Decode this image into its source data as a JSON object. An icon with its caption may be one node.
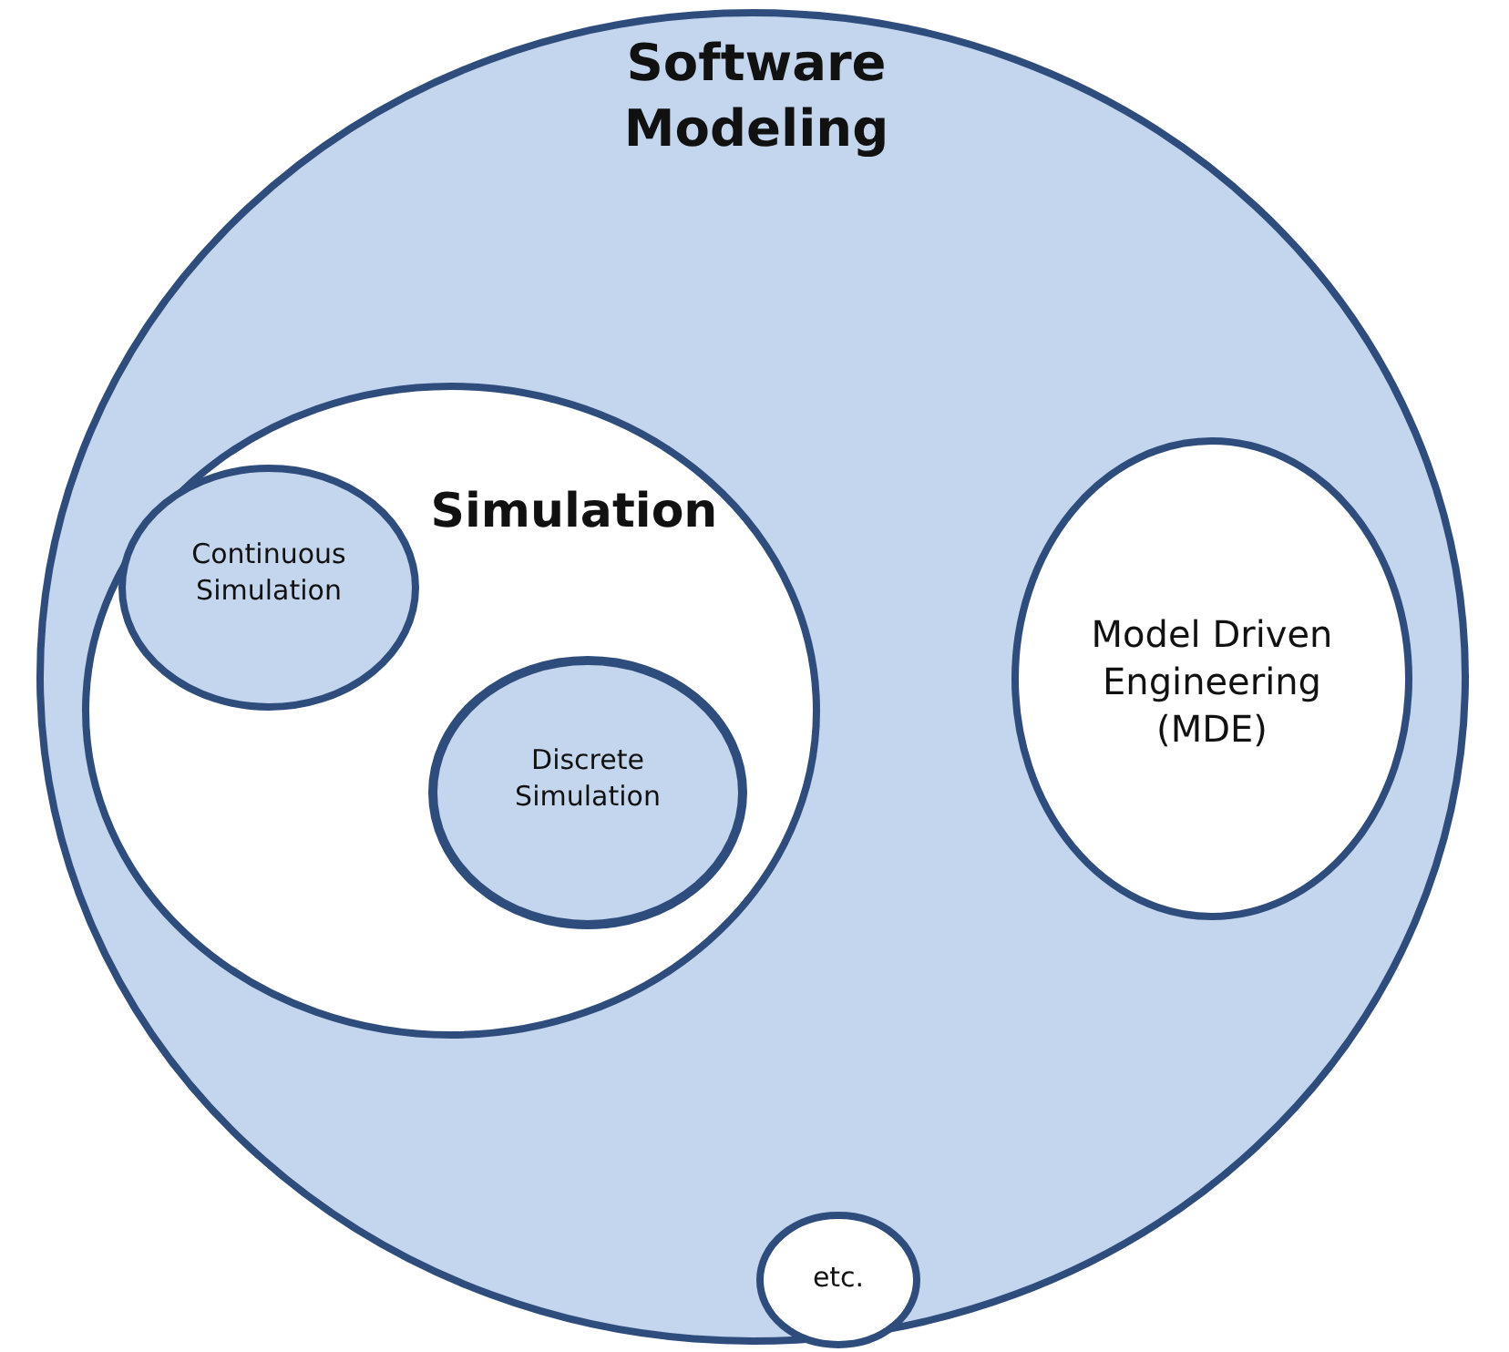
{
  "diagram": {
    "nodes": [
      {
        "text": [
          "Software Modeling"
        ]
      },
      {
        "text": [
          "Simulation"
        ],
        "in": 0
      },
      {
        "text": [
          "Continuous Simulation"
        ],
        "in": 1
      },
      {
        "text": [
          "Discrete Simulation"
        ],
        "in": 1
      },
      {
        "text": [
          "Model Driven Engineering (MDE)"
        ],
        "in": 0
      },
      {
        "text": [
          "etc."
        ],
        "in": 0
      }
    ]
  }
}
